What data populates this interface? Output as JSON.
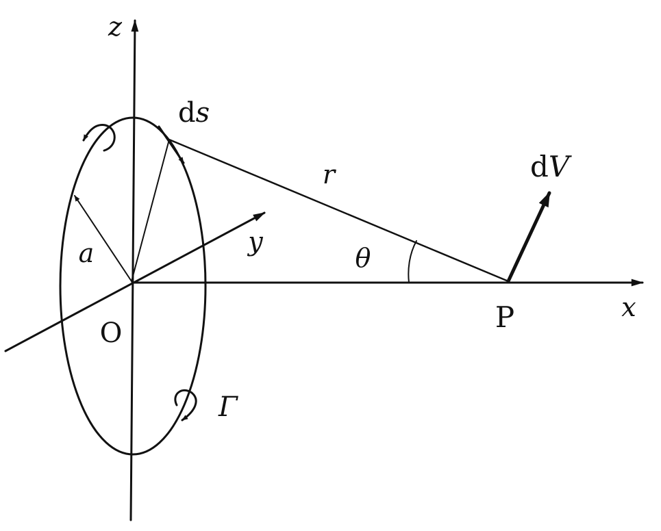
{
  "labels": {
    "z_axis": "z",
    "y_axis": "y",
    "x_axis": "x",
    "origin": "O",
    "point": "P",
    "radius": "a",
    "distance": "r",
    "angle": "θ",
    "line_element_d": "d",
    "line_element_s": "s",
    "velocity_d": "d",
    "velocity_V": "V",
    "circulation": "Γ"
  }
}
